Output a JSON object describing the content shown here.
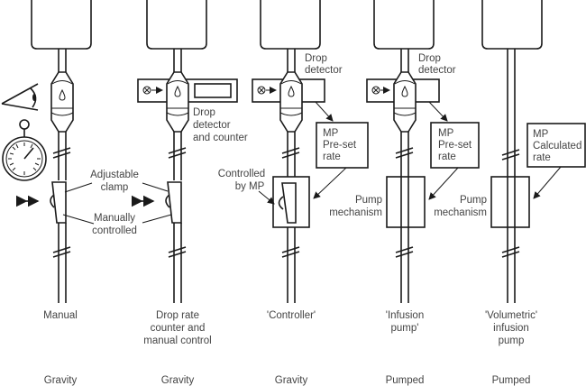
{
  "diagram": {
    "title": "Types of infusion devices",
    "columns": [
      {
        "id": "manual",
        "caption": [
          "Manual"
        ],
        "drive": "Gravity",
        "annotations": {
          "clamp_label": [
            "Adjustable",
            "clamp"
          ],
          "manual_label": [
            "Manually",
            "controlled"
          ]
        },
        "icons": [
          "eye-icon",
          "stopwatch-icon",
          "drip-chamber-icon",
          "roller-clamp-icon"
        ]
      },
      {
        "id": "drop-rate-counter",
        "caption": [
          "Drop rate",
          "counter and",
          "manual control"
        ],
        "drive": "Gravity",
        "annotations": {
          "detector_label": [
            "Drop",
            "detector",
            "and counter"
          ]
        },
        "icons": [
          "light-source-icon",
          "drip-chamber-icon",
          "counter-display-icon",
          "roller-clamp-icon"
        ]
      },
      {
        "id": "controller",
        "caption": [
          "'Controller'"
        ],
        "drive": "Gravity",
        "annotations": {
          "detector_label": [
            "Drop",
            "detector"
          ],
          "mp_label": [
            "MP",
            "Pre-set",
            "rate"
          ],
          "controlled_label": [
            "Controlled",
            "by MP"
          ]
        },
        "icons": [
          "light-source-icon",
          "drip-chamber-icon"
        ]
      },
      {
        "id": "infusion-pump",
        "caption": [
          "'Infusion",
          "pump'"
        ],
        "drive": "Pumped",
        "annotations": {
          "detector_label": [
            "Drop",
            "detector"
          ],
          "mp_label": [
            "MP",
            "Pre-set",
            "rate"
          ],
          "pump_label": [
            "Pump",
            "mechanism"
          ]
        },
        "icons": [
          "light-source-icon",
          "drip-chamber-icon"
        ]
      },
      {
        "id": "volumetric-pump",
        "caption": [
          "'Volumetric'",
          "infusion",
          "pump"
        ],
        "drive": "Pumped",
        "annotations": {
          "mp_label": [
            "MP",
            "Calculated",
            "rate"
          ],
          "pump_label": [
            "Pump",
            "mechanism"
          ]
        },
        "icons": []
      }
    ]
  }
}
